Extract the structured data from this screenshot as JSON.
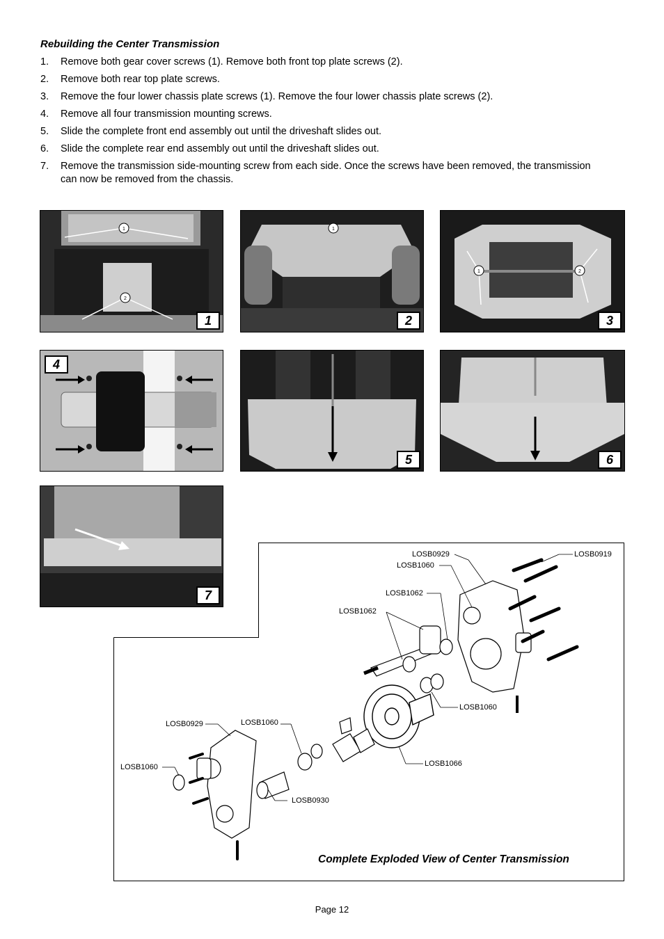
{
  "section_title": "Rebuilding the Center Transmission",
  "steps": [
    {
      "num": "1.",
      "text": "Remove both gear cover screws (1). Remove both front top plate screws (2)."
    },
    {
      "num": "2.",
      "text": "Remove both rear top plate screws."
    },
    {
      "num": "3.",
      "text": "Remove the four lower chassis plate screws (1). Remove the four lower chassis plate screws (2)."
    },
    {
      "num": "4.",
      "text": "Remove all four transmission mounting screws."
    },
    {
      "num": "5.",
      "text": "Slide the complete front end assembly out until the driveshaft slides out."
    },
    {
      "num": "6.",
      "text": "Slide the complete rear end assembly out until the driveshaft slides out."
    },
    {
      "num": "7.",
      "text": "Remove the transmission side-mounting screw from each side. Once the screws have been removed, the transmission can now be removed from the chassis."
    }
  ],
  "photos": [
    {
      "label": "1",
      "callouts": [
        "1",
        "2"
      ]
    },
    {
      "label": "2",
      "callouts": [
        "1"
      ]
    },
    {
      "label": "3",
      "callouts": [
        "1",
        "2"
      ]
    },
    {
      "label": "4"
    },
    {
      "label": "5"
    },
    {
      "label": "6"
    },
    {
      "label": "7"
    }
  ],
  "exploded_view": {
    "caption": "Complete Exploded View of Center Transmission",
    "part_labels": {
      "top_losb0929": "LOSB0929",
      "top_losb1060": "LOSB1060",
      "losb0919": "LOSB0919",
      "losb1062_a": "LOSB1062",
      "losb1062_b": "LOSB1062",
      "mid_losb1060": "LOSB1060",
      "losb1066": "LOSB1066",
      "left_losb0929": "LOSB0929",
      "left_losb1060": "LOSB1060",
      "center_losb1060": "LOSB1060",
      "losb0930": "LOSB0930"
    }
  },
  "footer": "Page 12"
}
